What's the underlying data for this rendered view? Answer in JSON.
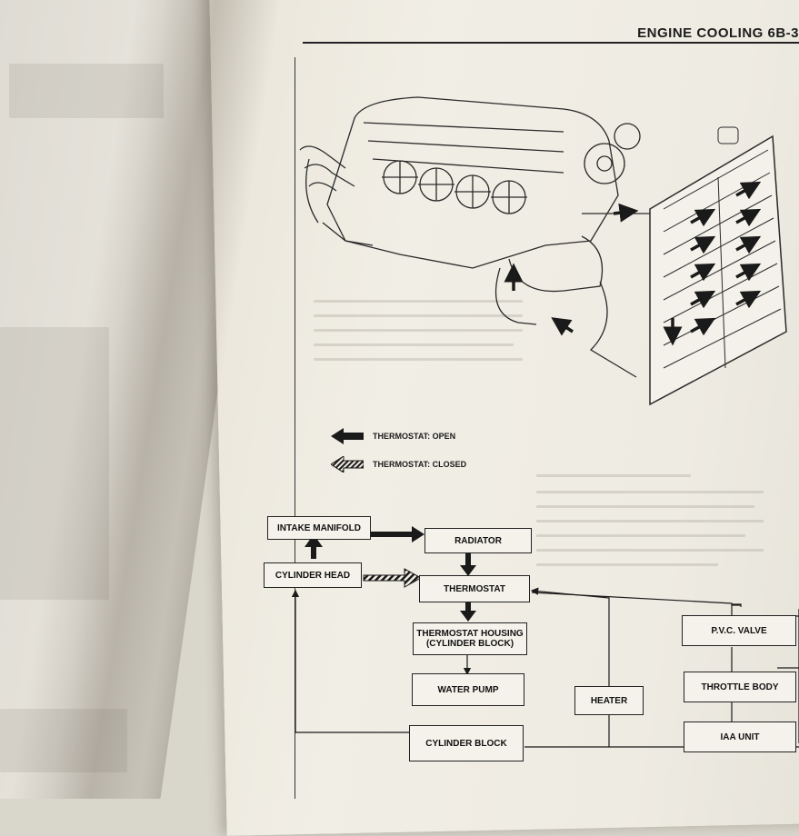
{
  "header": {
    "title": "ENGINE COOLING 6B-3"
  },
  "legend": {
    "open_label": "THERMOSTAT: OPEN",
    "closed_label": "THERMOSTAT: CLOSED"
  },
  "flowchart": {
    "intake_manifold": "INTAKE MANIFOLD",
    "radiator": "RADIATOR",
    "cylinder_head": "CYLINDER HEAD",
    "thermostat": "THERMOSTAT",
    "thermostat_housing_line1": "THERMOSTAT HOUSING",
    "thermostat_housing_line2": "(CYLINDER BLOCK)",
    "water_pump": "WATER PUMP",
    "heater": "HEATER",
    "cylinder_block": "CYLINDER BLOCK",
    "pvc_valve": "P.V.C. VALVE",
    "throttle_body": "THROTTLE BODY",
    "iaa_unit": "IAA UNIT"
  },
  "colors": {
    "ink": "#1a1a1a",
    "paper": "#f0ede4",
    "hatch": "#555555"
  }
}
